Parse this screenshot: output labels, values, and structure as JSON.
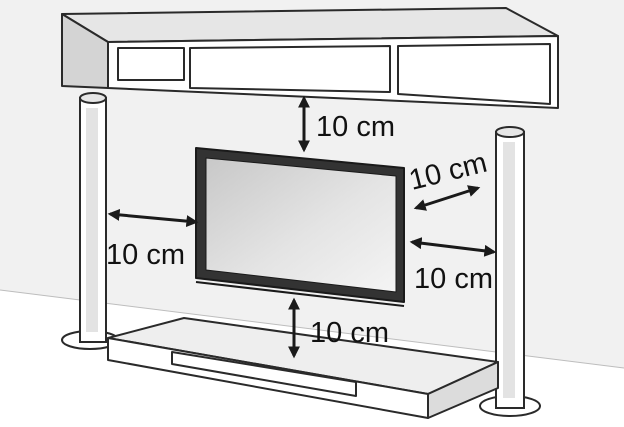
{
  "clearance_labels": {
    "top": "10 cm",
    "right_upper": "10 cm",
    "left": "10 cm",
    "right": "10 cm",
    "bottom": "10 cm"
  }
}
